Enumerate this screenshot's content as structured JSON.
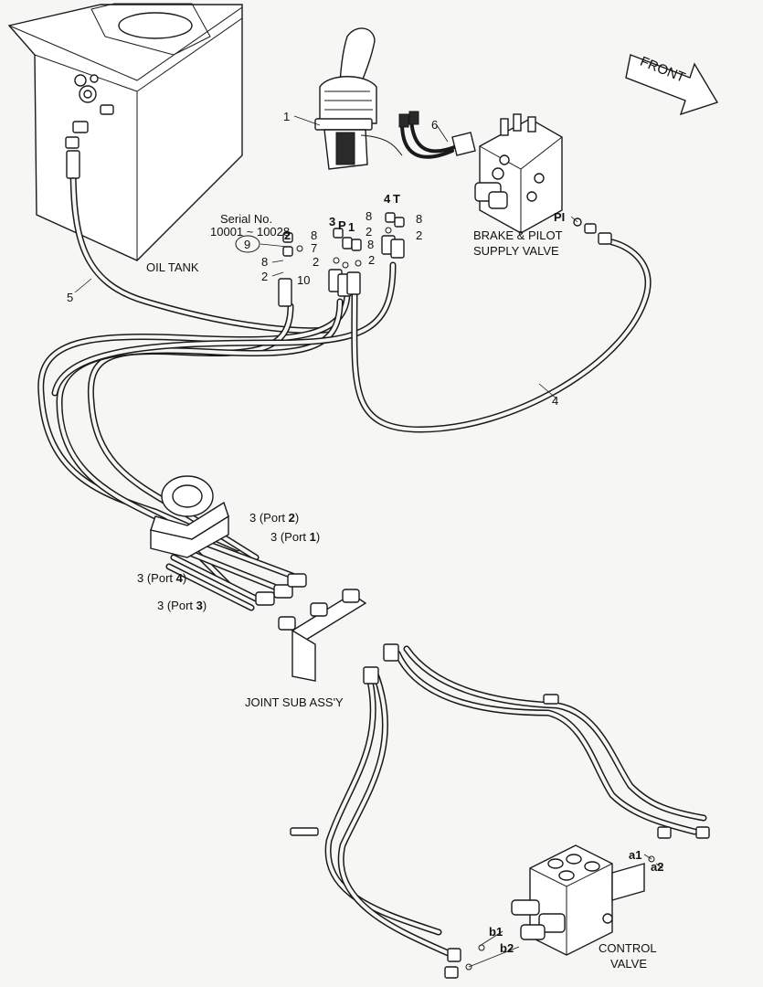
{
  "front_arrow": {
    "label": "FRONT"
  },
  "labels": {
    "oil_tank": "OIL TANK",
    "brake_pilot_1": "BRAKE & PILOT",
    "brake_pilot_2": "SUPPLY VALVE",
    "joint_sub": "JOINT SUB ASS'Y",
    "control_1": "CONTROL",
    "control_2": "VALVE",
    "serial_1": "Serial No.",
    "serial_2": "10001 ~ 10028"
  },
  "callouts": {
    "n1": "1",
    "n2a": "2",
    "n2b": "2",
    "n2c": "2",
    "n2d": "2",
    "n2e": "2",
    "n2f": "2",
    "n3": "3",
    "n4": "4",
    "n5": "5",
    "n6": "6",
    "n7": "7",
    "n8a": "8",
    "n8b": "8",
    "n8c": "8",
    "n8d": "8",
    "n8e": "8",
    "n9": "9",
    "n10": "10",
    "p": "P",
    "one": "1",
    "t": "T",
    "pi": "PI",
    "a1": "a1",
    "a2": "a2",
    "b1": "b1",
    "b2": "b2"
  },
  "ports": [
    {
      "prefix": "3 (Port ",
      "num": "2",
      "suffix": ")"
    },
    {
      "prefix": "3 (Port ",
      "num": "1",
      "suffix": ")"
    },
    {
      "prefix": "3 (Port ",
      "num": "4",
      "suffix": ")"
    },
    {
      "prefix": "3 (Port ",
      "num": "3",
      "suffix": ")"
    }
  ]
}
